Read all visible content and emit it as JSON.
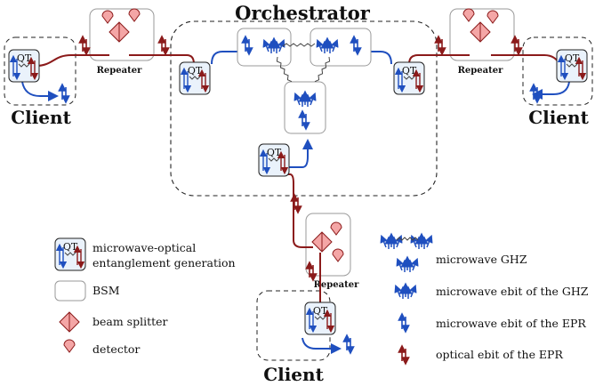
{
  "labels": {
    "orchestrator": "Orchestrator",
    "client": "Client",
    "repeater": "Repeater",
    "qt": "QT"
  },
  "legend": {
    "qt_line1": "microwave-optical",
    "qt_line2": "entanglement generation",
    "bsm": "BSM",
    "beam_splitter": "beam splitter",
    "detector": "detector",
    "ghz": "microwave GHZ",
    "ghz_ebit": "microwave ebit of the GHZ",
    "epr_microwave": "microwave ebit of the EPR",
    "epr_optical": "optical ebit of the EPR"
  },
  "colors": {
    "optical": "#8b1a1a",
    "microwave": "#1f4fbf",
    "splitter_fill": "#f4a6a6",
    "qt_fill": "#eaf2fb",
    "box_stroke": "#9a9a9a"
  },
  "icons": [
    "qt-module-icon",
    "bsm-box-icon",
    "beam-splitter-icon",
    "detector-icon",
    "ghz-icon",
    "ghz-ebit-icon",
    "microwave-epr-arrow-icon",
    "optical-epr-arrow-icon"
  ]
}
